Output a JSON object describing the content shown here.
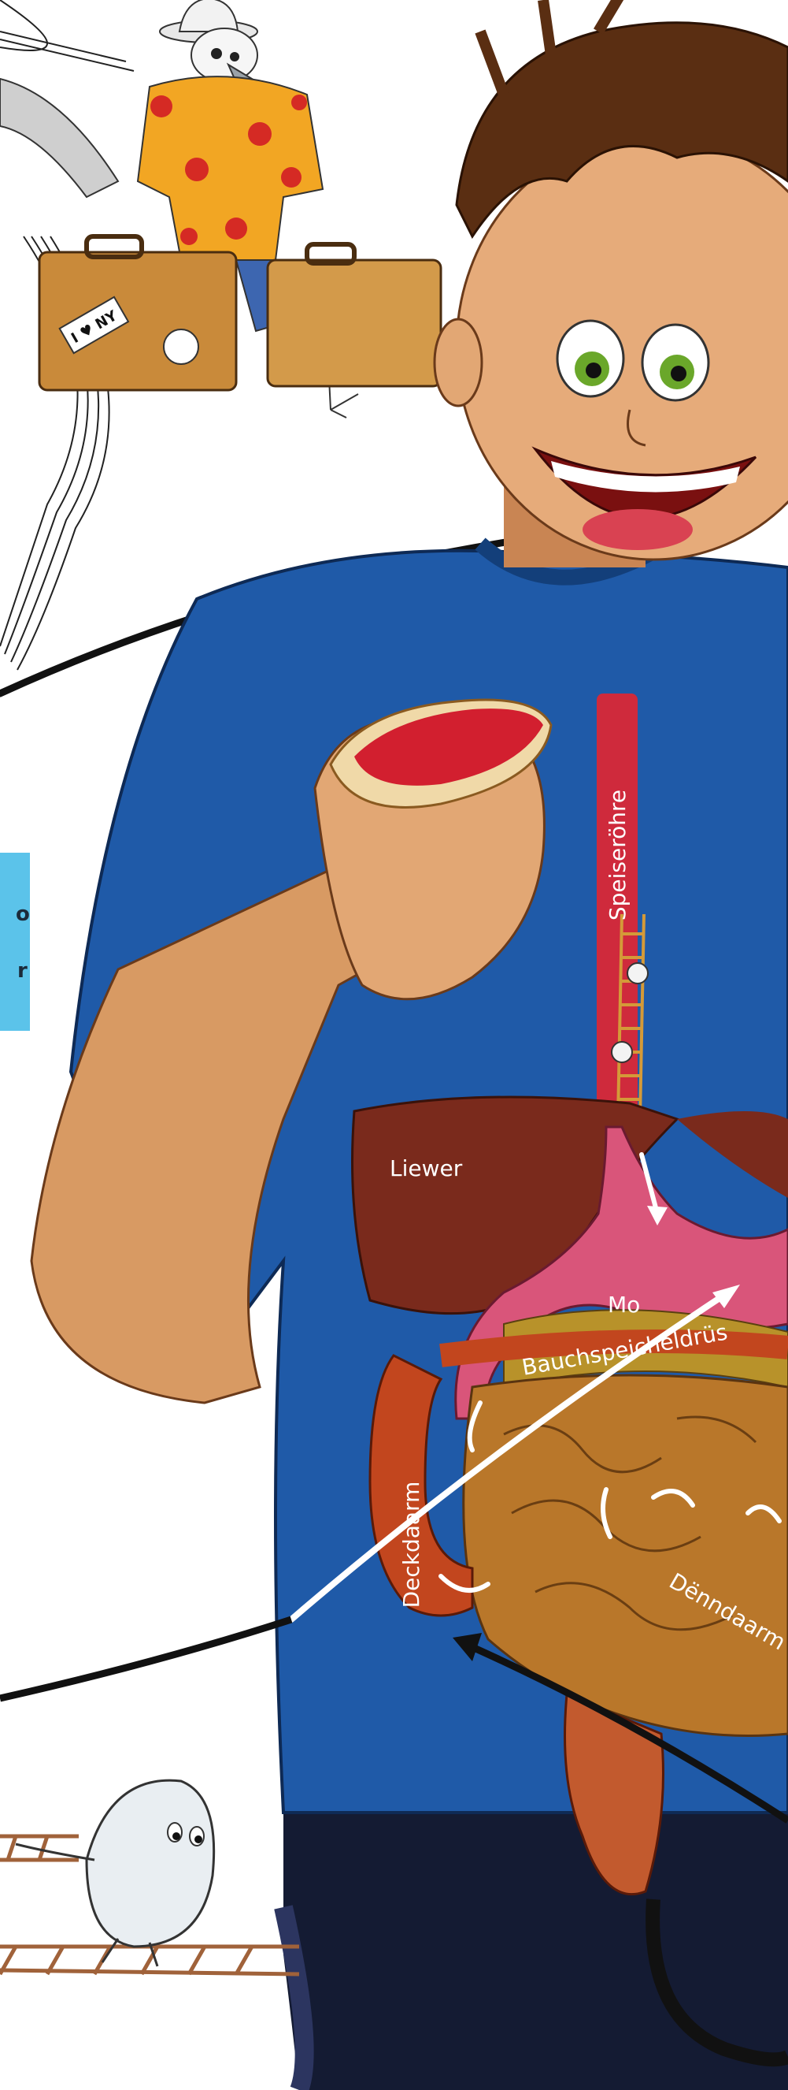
{
  "labels": {
    "speiseroehre": "Speiseröhre",
    "liewer": "Liewer",
    "mo": "Mo",
    "bauchspeicheldruse": "Bauchspeicheldrüs",
    "deckdaarm": "Deckdaarm",
    "dennndaarm": "Dënndaarm"
  },
  "info_box": {
    "line1_fragment": "o",
    "line2_fragment": "r",
    "color": "#5bc3ea"
  },
  "suitcase": {
    "sticker_text": "I ♥ NY"
  },
  "colors": {
    "shirt": "#1f5aa8",
    "skin": "#e2a774",
    "hair": "#5a2e12",
    "esophagus": "#cf2a3c",
    "liver": "#7a2a1c",
    "stomach": "#d9557a",
    "intestine": "#b9772a",
    "colon": "#c2461e",
    "pants": "#141b33"
  }
}
